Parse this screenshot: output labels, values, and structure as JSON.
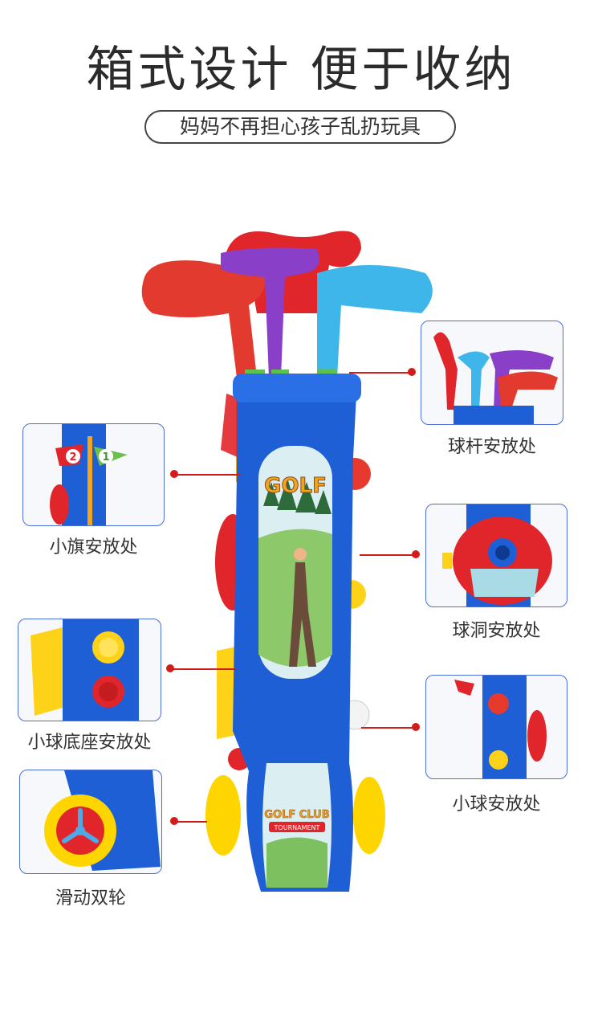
{
  "title": "箱式设计 便于收纳",
  "subtitle": "妈妈不再担心孩子乱扔玩具",
  "product": {
    "bag_label": "GOLF",
    "badge_title": "GOLF CLUB",
    "badge_sub": "TOURNAMENT",
    "flag_numbers": [
      "2",
      "1"
    ]
  },
  "callouts": {
    "clubs": "球杆安放处",
    "flag": "小旗安放处",
    "hole": "球洞安放处",
    "ball_base": "小球底座安放处",
    "balls": "小球安放处",
    "wheels": "滑动双轮"
  },
  "colors": {
    "accent_line": "#d21b1b",
    "frame": "#4b6fd6",
    "bag_blue": "#1e5fd6",
    "red": "#e0262a",
    "yellow": "#ffd500",
    "purple": "#8a3fc8",
    "cyan": "#3fb6ea"
  }
}
